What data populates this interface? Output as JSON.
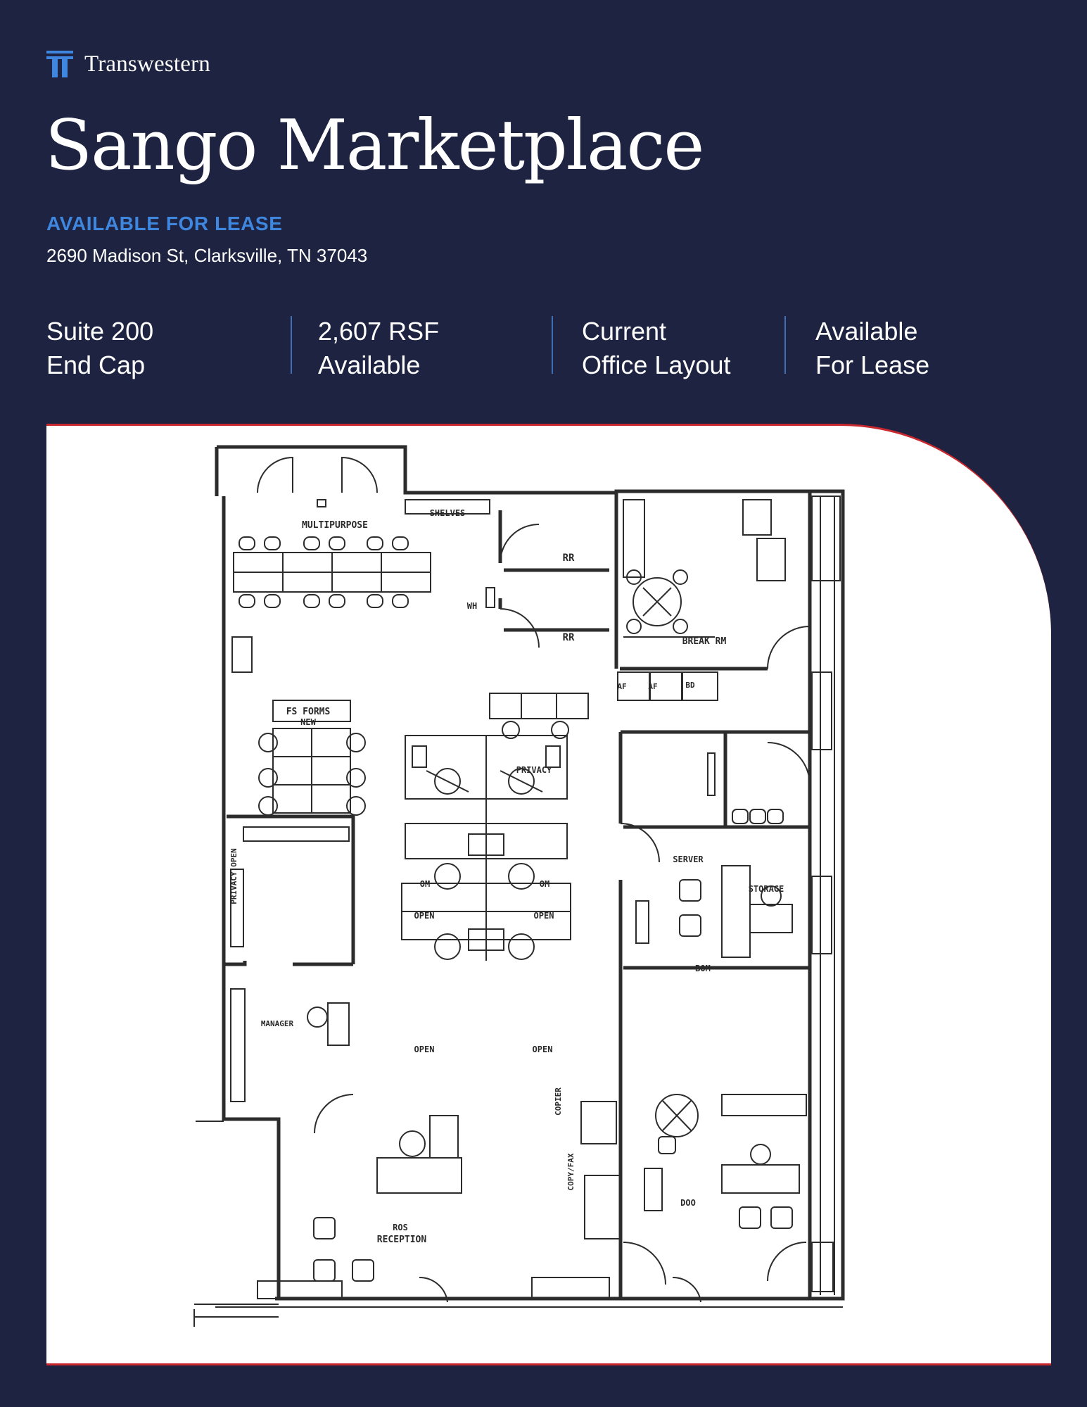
{
  "brand": {
    "name": "Transwestern",
    "logo_icon": "transwestern-t-logo-icon",
    "logo_color": "#3f86de"
  },
  "title": "Sango Marketplace",
  "eyebrow": "AVAILABLE FOR LEASE",
  "address": "2690 Madison St, Clarksville, TN 37043",
  "stats": [
    {
      "line1": "Suite 200",
      "line2": "End Cap"
    },
    {
      "line1": "2,607 RSF",
      "line2": "Available"
    },
    {
      "line1": "Current",
      "line2": "Office Layout"
    },
    {
      "line1": "Available",
      "line2": "For Lease"
    }
  ],
  "colors": {
    "background": "#1d2340",
    "accent": "#3f86de",
    "rule": "#c8282e",
    "card": "#ffffff"
  },
  "floorplan": {
    "rooms": {
      "multipurpose": "MULTIPURPOSE",
      "shelves": "SHELVES",
      "rr1": "RR",
      "rr2": "RR",
      "wh": "WH",
      "break_rm": "BREAK RM",
      "fs_forms": "FS FORMS",
      "new": "NEW",
      "privacy": "PRIVACY",
      "privacy_open": "PRIVACY OPEN",
      "server": "SERVER",
      "storage": "STORAGE",
      "om1": "OM",
      "om2": "OM",
      "open1": "OPEN",
      "open2": "OPEN",
      "open3": "OPEN",
      "open4": "OPEN",
      "bom": "BOM",
      "manager": "MANAGER",
      "copier": "COPIER",
      "copy_fax": "COPY/FAX",
      "doo": "DOO",
      "ros": "ROS",
      "reception": "RECEPTION",
      "af1": "AF",
      "af2": "AF",
      "bd": "BD"
    }
  }
}
